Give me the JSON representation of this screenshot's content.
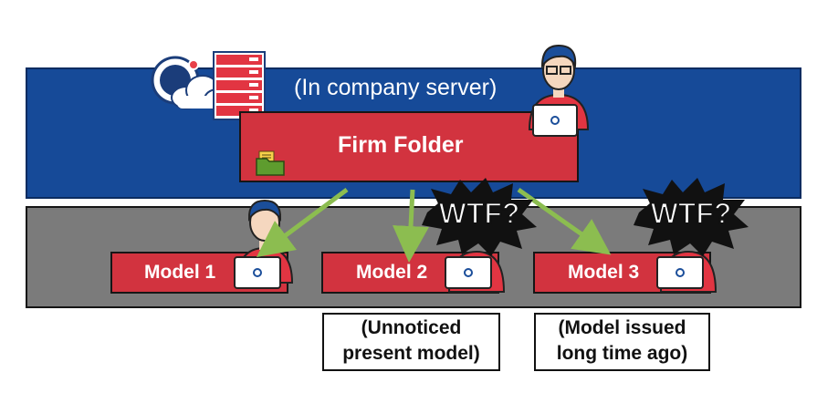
{
  "server": {
    "label": "(In company server)"
  },
  "firm_folder": {
    "title": "Firm Folder"
  },
  "models": [
    {
      "label": "Model 1"
    },
    {
      "label": "Model 2"
    },
    {
      "label": "Model 3"
    }
  ],
  "reactions": {
    "burst_text": "WTF?"
  },
  "notes": [
    {
      "line1": "(Unnoticed",
      "line2": "present model)"
    },
    {
      "line1": "(Model issued",
      "line2": "long time ago)"
    }
  ],
  "colors": {
    "server_band": "#164a98",
    "models_band": "#7b7b7b",
    "box_red": "#d2333f",
    "arrow_green": "#8cbd50"
  }
}
